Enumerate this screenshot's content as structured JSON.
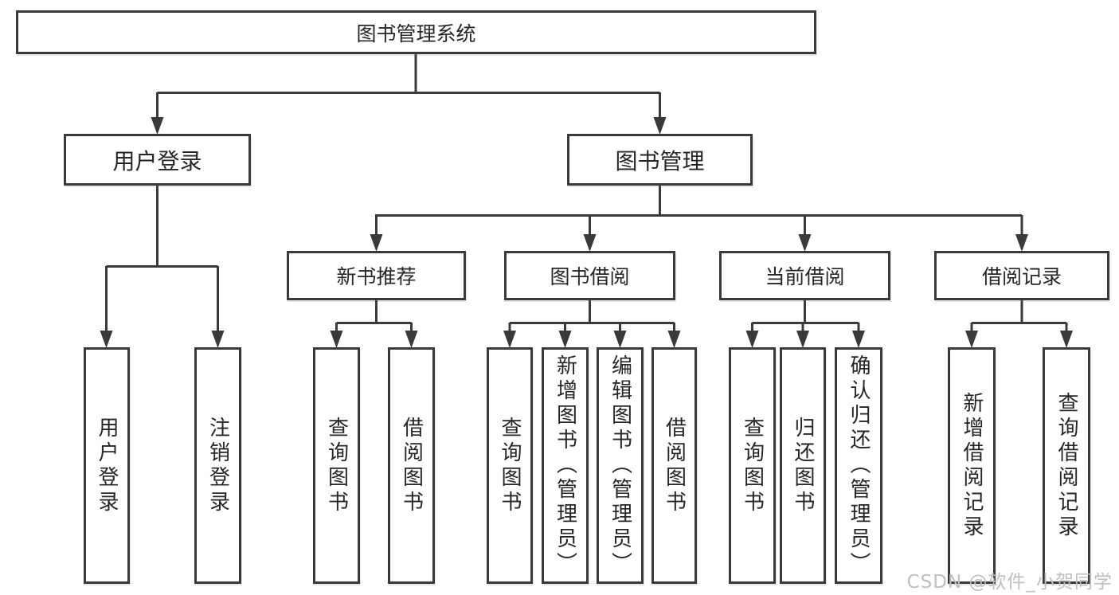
{
  "diagram": {
    "root": "图书管理系统",
    "branches": [
      {
        "label": "用户登录",
        "children": [
          "用户登录",
          "注销登录"
        ]
      },
      {
        "label": "图书管理",
        "children": [
          {
            "label": "新书推荐",
            "children": [
              "查询图书",
              "借阅图书"
            ]
          },
          {
            "label": "图书借阅",
            "children": [
              "查询图书",
              "新增图书（管理员）",
              "编辑图书（管理员）",
              "借阅图书"
            ]
          },
          {
            "label": "当前借阅",
            "children": [
              "查询图书",
              "归还图书",
              "确认归还（管理员）"
            ]
          },
          {
            "label": "借阅记录",
            "children": [
              "新增借阅记录",
              "查询借阅记录"
            ]
          }
        ]
      }
    ]
  },
  "watermark": "CSDN @软件_小贺同学",
  "colors": {
    "line": "#3a3a3c",
    "box_border": "#3a3a3c",
    "text": "#262626",
    "watermark": "#bfbfbf",
    "background": "#ffffff"
  }
}
